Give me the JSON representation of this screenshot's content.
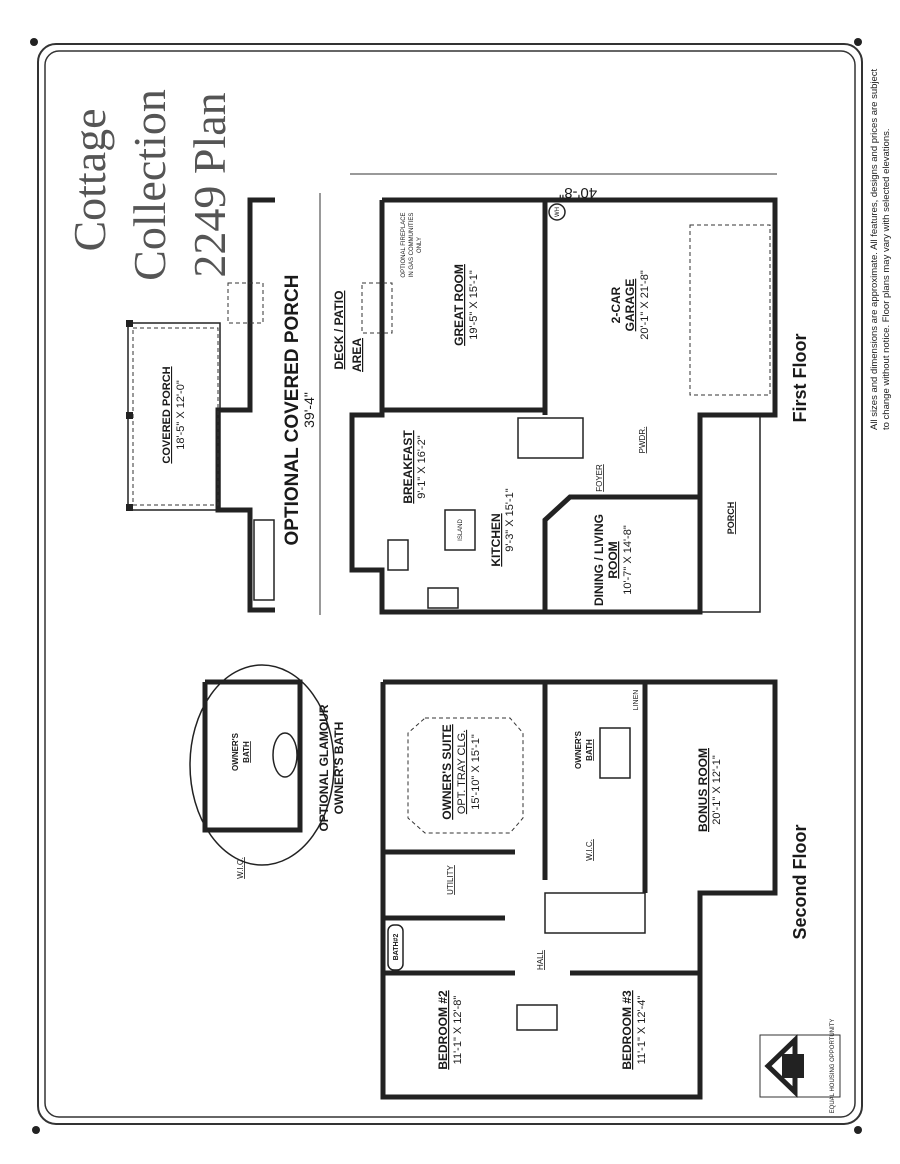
{
  "title": {
    "line1": "Cottage",
    "line2": "Collection",
    "line3": "2249 Plan"
  },
  "optional_porch": {
    "heading": "OPTIONAL COVERED PORCH",
    "width": "39'-4\"",
    "room": {
      "name": "COVERED PORCH",
      "dims": "18'-5\" X 12'-0\""
    }
  },
  "first_floor": {
    "heading": "First Floor",
    "overall_width": "40'-8\"",
    "deck": {
      "line1": "DECK / PATIO",
      "line2": "AREA"
    },
    "fireplace_note": [
      "OPTIONAL FIREPLACE",
      "IN GAS COMMUNITIES",
      "ONLY"
    ],
    "water_heater": "WH",
    "rooms": [
      {
        "name": "GREAT ROOM",
        "dims": "19'-5\" X 15'-1\""
      },
      {
        "name": "2-CAR",
        "name2": "GARAGE",
        "dims": "20'-1\" X 21'-8\""
      },
      {
        "name": "BREAKFAST",
        "dims": "9'-1\" X 16'-2\""
      },
      {
        "name": "KITCHEN",
        "dims": "9'-3\" X 15'-1\""
      },
      {
        "name": "DINING / LIVING",
        "name2": "ROOM",
        "dims": "10'-7\" X 14'-8\""
      }
    ],
    "island": "ISLAND",
    "foyer": "FOYER",
    "powder": "PWDR.",
    "porch": "PORCH"
  },
  "second_floor": {
    "heading": "Second Floor",
    "rooms": [
      {
        "name": "OWNER'S SUITE",
        "note": "OPT. TRAY CLG.",
        "dims": "15'-10\" X 15'-1\""
      },
      {
        "name": "BONUS ROOM",
        "dims": "20'-1\" X 12'-1\""
      },
      {
        "name": "BEDROOM #2",
        "dims": "11'-1\" X 12'-8\""
      },
      {
        "name": "BEDROOM #3",
        "dims": "11'-1\" X 12'-4\""
      }
    ],
    "owners_bath": {
      "line1": "OWNER'S",
      "line2": "BATH"
    },
    "linen": "LINEN",
    "wic": "W.I.C.",
    "utility": "UTILITY",
    "bath2": "BATH#2",
    "hall": "HALL"
  },
  "glamour_bath": {
    "heading1": "OPTIONAL GLAMOUR",
    "heading2": "OWNER'S BATH",
    "bath_line1": "OWNER'S",
    "bath_line2": "BATH",
    "wic": "W.I.C."
  },
  "logo": {
    "text": "EQUAL HOUSING OPPORTUNITY"
  },
  "disclaimer": {
    "line1": "All sizes and dimensions are approximate. All features, designs and prices are subject",
    "line2": "to change without notice.  Floor plans may vary with selected elevations."
  }
}
